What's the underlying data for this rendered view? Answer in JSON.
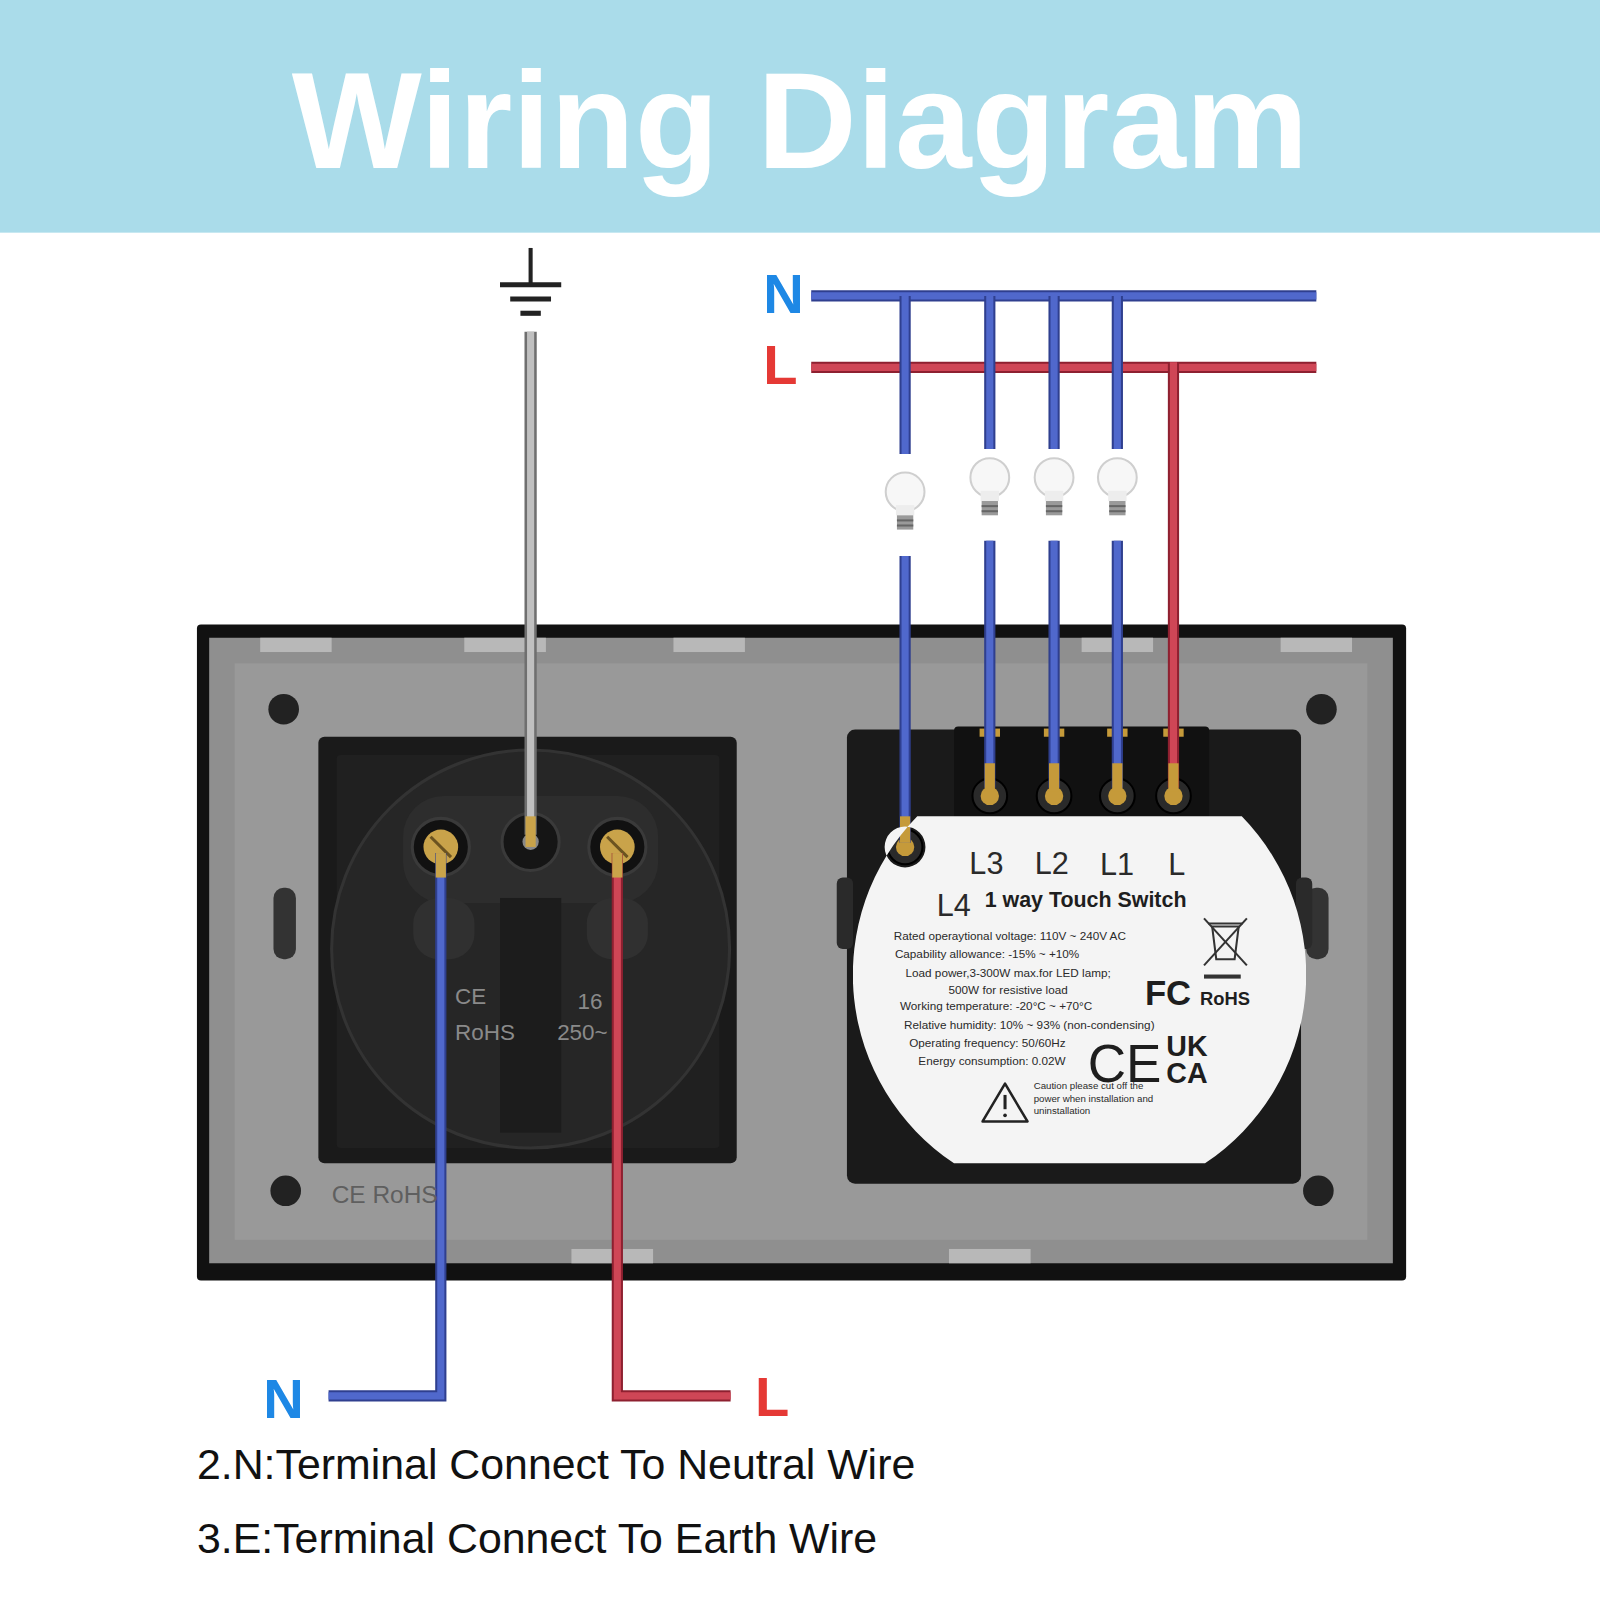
{
  "diagram": {
    "title": "Wiring Diagram",
    "nodes": [
      {
        "text": [
          "L3",
          "L2",
          "L1",
          "L",
          "L4",
          "1 way Touch Switch",
          "Rated operaytional voltage: 110V ~ 240V AC",
          "Capability allowance: -15% ~ +10%",
          "Load power,3-300W max.for LED lamp; 500W for resistive load",
          "Working temperature: -20°C ~ +70°C",
          "Relative humidity: 10% ~ 93% (non-condensing)",
          "Operating frequency: 50/60Hz",
          "Energy consumption: 0.02W",
          "Caution please cut off the power when installation and uninstallation",
          "FC",
          "RoHS",
          "CE",
          "UK CA"
        ]
      }
    ],
    "labels": [
      "N",
      "L",
      "CE",
      "RoHS",
      "16",
      "250~",
      "CE RoHS",
      "N",
      "L",
      "2.N:Terminal Connect To Neutral Wire",
      "3.E:Terminal Connect To Earth Wire"
    ]
  }
}
